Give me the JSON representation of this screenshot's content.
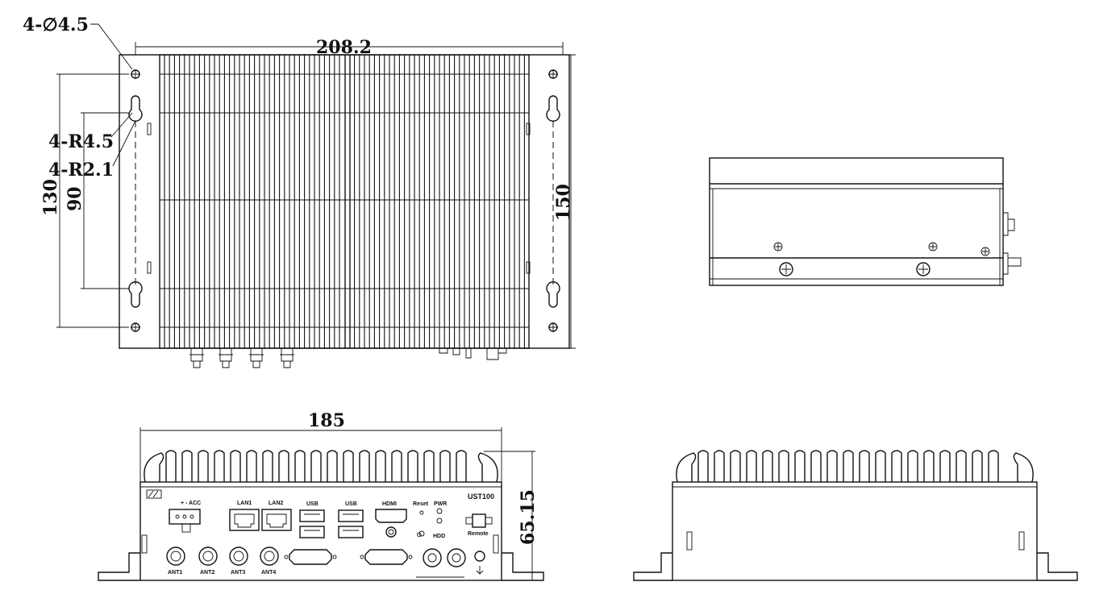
{
  "dimensions": {
    "hole": "4-∅4.5",
    "width_top": "208.2",
    "r_large": "4-R4.5",
    "r_small": "4-R2.1",
    "mount_h_outer": "130",
    "mount_h_inner": "90",
    "depth": "150",
    "front_width": "185",
    "front_height": "65.15"
  },
  "front_panel": {
    "power": "+ - ACC",
    "lan1": "LAN1",
    "lan2": "LAN2",
    "usb1": "USB",
    "usb2": "USB",
    "hdmi": "HDMI",
    "reset": "Reset",
    "pwr": "PWR",
    "hdd": "HDD",
    "model": "UST100",
    "remote": "Remote",
    "ant1": "ANT1",
    "ant2": "ANT2",
    "ant3": "ANT3",
    "ant4": "ANT4"
  }
}
